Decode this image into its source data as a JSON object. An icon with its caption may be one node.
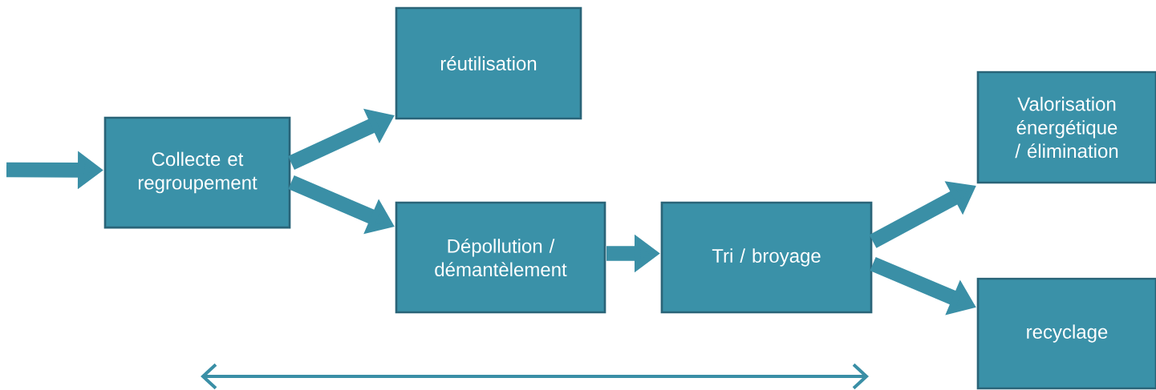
{
  "diagram": {
    "nodes": [
      {
        "text": [
          "Collecte et regroupement"
        ]
      },
      {
        "text": [
          "réutilisation"
        ]
      },
      {
        "text": [
          "Dépollution / démantèlement"
        ]
      },
      {
        "text": [
          "Tri / broyage"
        ]
      },
      {
        "text": [
          "Valorisation énergétique / élimination"
        ]
      },
      {
        "text": [
          "recyclage"
        ]
      }
    ],
    "edges": [
      {
        "from": null,
        "to": 0,
        "arrow": "to"
      },
      {
        "from": 0,
        "to": 1,
        "arrow": "to"
      },
      {
        "from": 0,
        "to": 2,
        "arrow": "to"
      },
      {
        "from": 2,
        "to": 3,
        "arrow": "to"
      },
      {
        "from": 3,
        "to": 4,
        "arrow": "to"
      },
      {
        "from": 3,
        "to": 5,
        "arrow": "to"
      }
    ]
  }
}
